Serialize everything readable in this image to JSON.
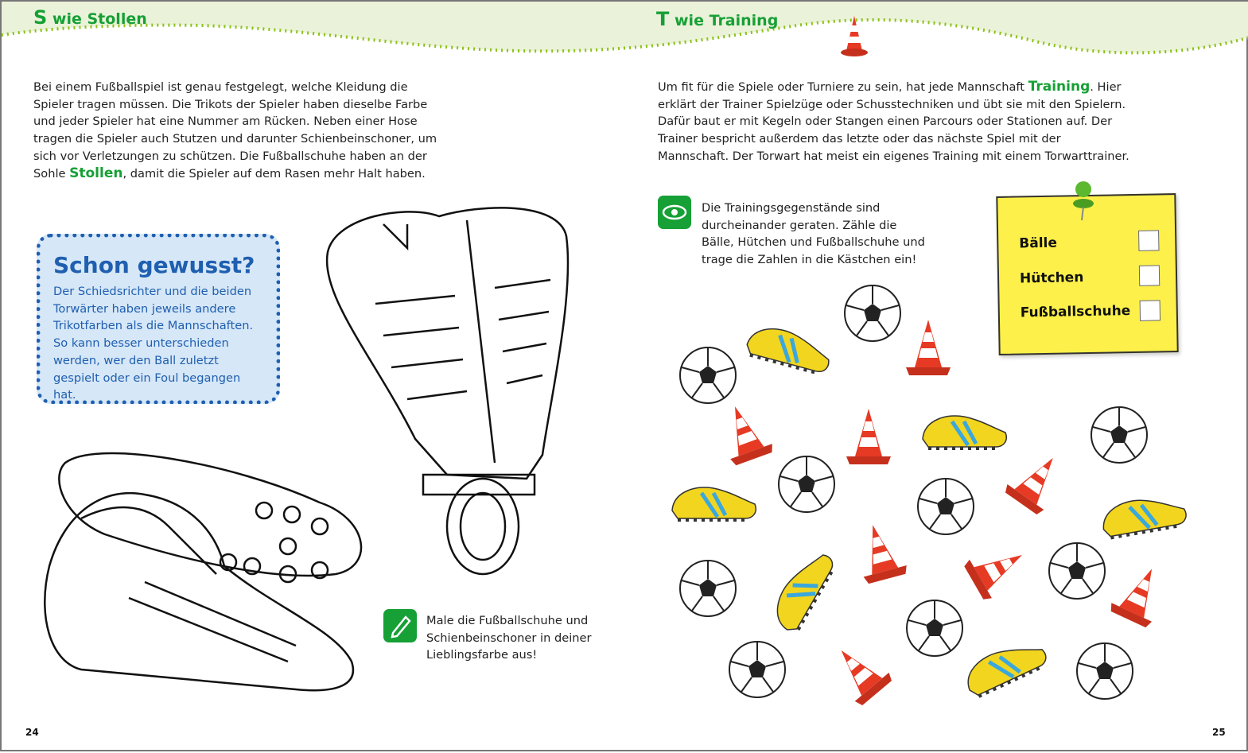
{
  "left_page": {
    "header_letter": "S",
    "header_title": "wie Stollen",
    "intro_before": "Bei einem Fußballspiel ist genau festgelegt, welche Kleidung die Spieler tragen müssen. Die Trikots der Spieler haben dieselbe Farbe und jeder Spieler hat eine Nummer am Rücken. Neben einer Hose tragen die Spieler auch Stutzen und darunter Schienbeinschoner, um sich vor Verletzungen zu schützen. Die Fußballschuhe haben an der Sohle",
    "intro_keyword": "Stollen",
    "intro_after": ", damit die Spieler auf dem Rasen mehr Halt haben.",
    "info_box": {
      "title": "Schon gewusst?",
      "text": "Der Schiedsrichter und die beiden Torwärter haben jeweils andere Trikotfarben als die Mannschaften. So kann besser unterschieden werden, wer den Ball zuletzt gespielt oder ein Foul begangen hat."
    },
    "task": "Male die Fußballschuhe und Schienbeinschoner in deiner Lieblingsfarbe aus!",
    "page_number": "24"
  },
  "right_page": {
    "header_letter": "T",
    "header_title": "wie Training",
    "intro_before": "Um fit für die Spiele oder Turniere zu sein, hat jede Mannschaft",
    "intro_keyword": "Training",
    "intro_after": ". Hier erklärt der Trainer Spielzüge oder Schusstechniken und übt sie mit den Spielern. Dafür baut er mit Kegeln oder Stangen einen Parcours oder Stationen auf. Der Trainer bespricht außerdem das letzte oder das nächste Spiel mit der Mannschaft. Der Torwart hat meist ein eigenes Training mit einem Torwarttrainer.",
    "task": "Die Trainingsgegenstände sind durcheinander geraten. Zähle die Bälle, Hütchen und Fußballschuhe und trage die Zahlen in die Kästchen ein!",
    "note": {
      "rows": [
        "Bälle",
        "Hütchen",
        "Fußballschuhe"
      ]
    },
    "page_number": "25"
  },
  "colors": {
    "green": "#16a035",
    "blue": "#1f5fb0",
    "header_bg": "#ebf2da",
    "dots": "#8cc21a",
    "note": "#fdf04a"
  }
}
